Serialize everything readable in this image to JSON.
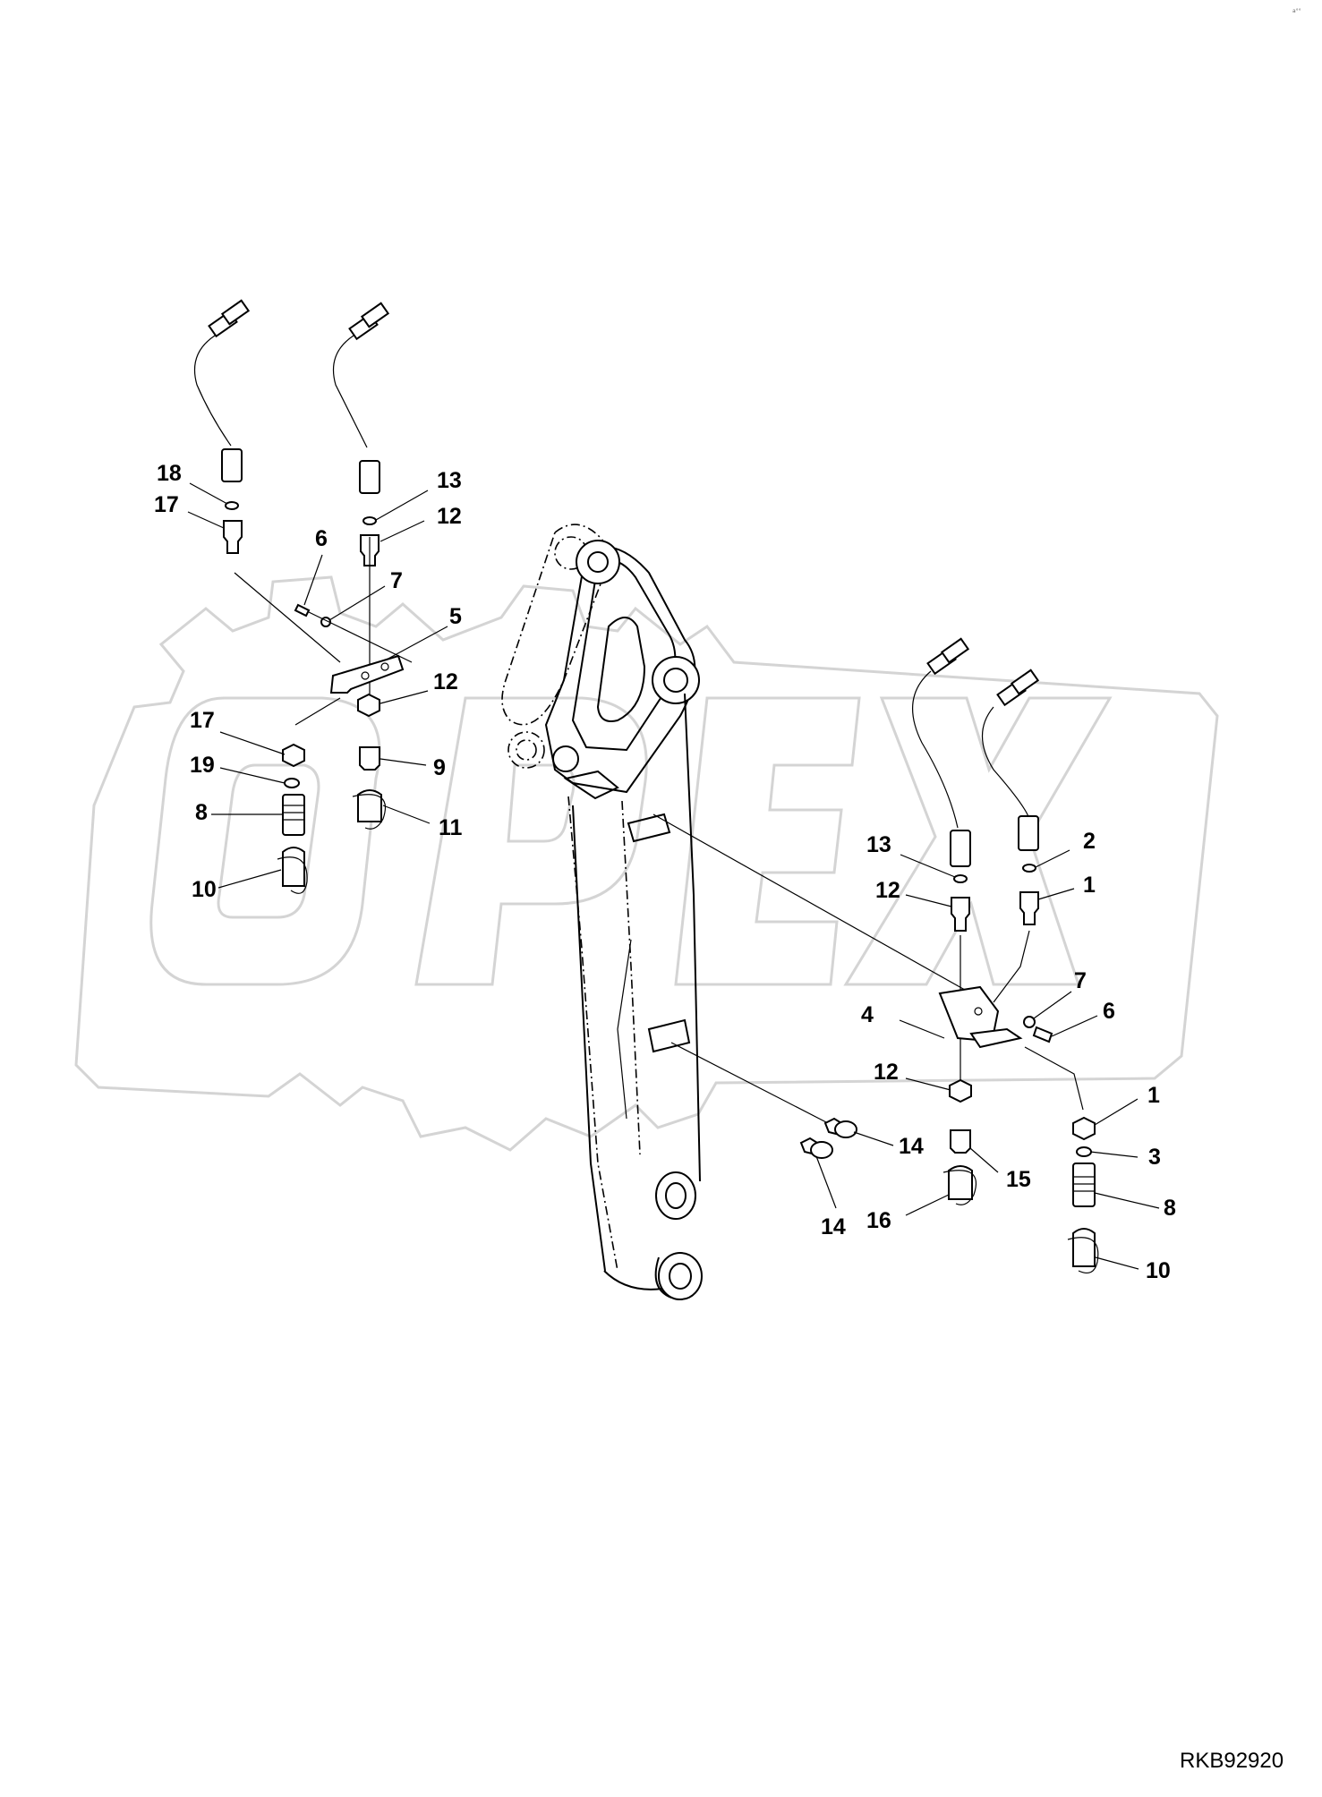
{
  "drawing_code": "RKB92920",
  "watermark_text": "OPEX",
  "corner_mark": "a°° ",
  "callouts": [
    {
      "id": "c18a",
      "label": "18"
    },
    {
      "id": "c17a",
      "label": "17"
    },
    {
      "id": "c13a",
      "label": "13"
    },
    {
      "id": "c12a",
      "label": "12"
    },
    {
      "id": "c6a",
      "label": "6"
    },
    {
      "id": "c7a",
      "label": "7"
    },
    {
      "id": "c5",
      "label": "5"
    },
    {
      "id": "c12b",
      "label": "12"
    },
    {
      "id": "c17b",
      "label": "17"
    },
    {
      "id": "c19",
      "label": "19"
    },
    {
      "id": "c9",
      "label": "9"
    },
    {
      "id": "c8a",
      "label": "8"
    },
    {
      "id": "c11",
      "label": "11"
    },
    {
      "id": "c10a",
      "label": "10"
    },
    {
      "id": "c13b",
      "label": "13"
    },
    {
      "id": "c2",
      "label": "2"
    },
    {
      "id": "c12c",
      "label": "12"
    },
    {
      "id": "c1a",
      "label": "1"
    },
    {
      "id": "c7b",
      "label": "7"
    },
    {
      "id": "c4",
      "label": "4"
    },
    {
      "id": "c6b",
      "label": "6"
    },
    {
      "id": "c12d",
      "label": "12"
    },
    {
      "id": "c1b",
      "label": "1"
    },
    {
      "id": "c14a",
      "label": "14"
    },
    {
      "id": "c3",
      "label": "3"
    },
    {
      "id": "c15",
      "label": "15"
    },
    {
      "id": "c8b",
      "label": "8"
    },
    {
      "id": "c14b",
      "label": "14"
    },
    {
      "id": "c16",
      "label": "16"
    },
    {
      "id": "c10b",
      "label": "10"
    }
  ]
}
